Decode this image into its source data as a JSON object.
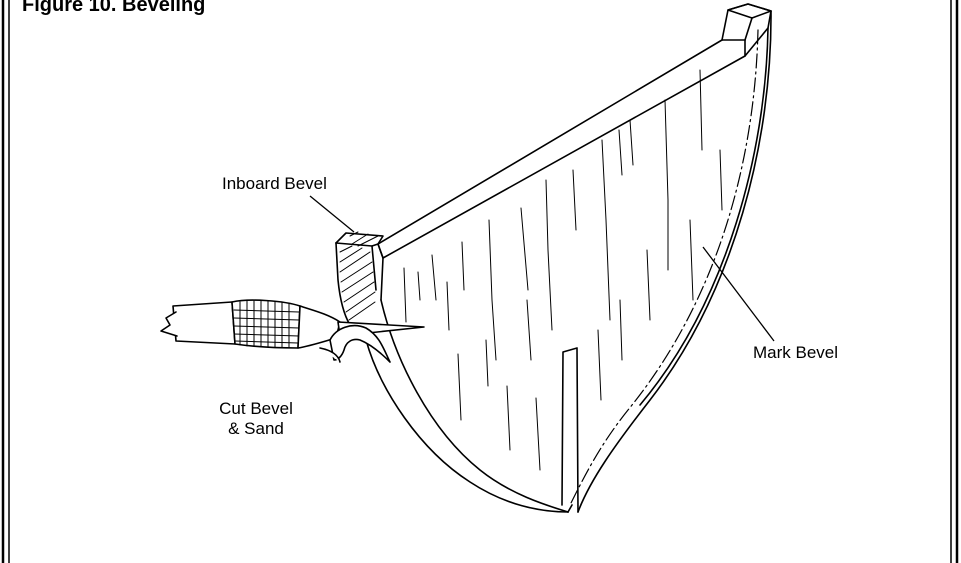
{
  "figure": {
    "heading": "Figure 10. Beveling",
    "labels": {
      "inboard_bevel": "Inboard Bevel",
      "mark_bevel": "Mark Bevel",
      "cut_bevel_line1": "Cut Bevel",
      "cut_bevel_line2": "& Sand"
    }
  },
  "colors": {
    "ink": "#000000",
    "paper": "#ffffff"
  },
  "icons": [
    "hobby-knife-icon",
    "bulkhead-drawing"
  ]
}
